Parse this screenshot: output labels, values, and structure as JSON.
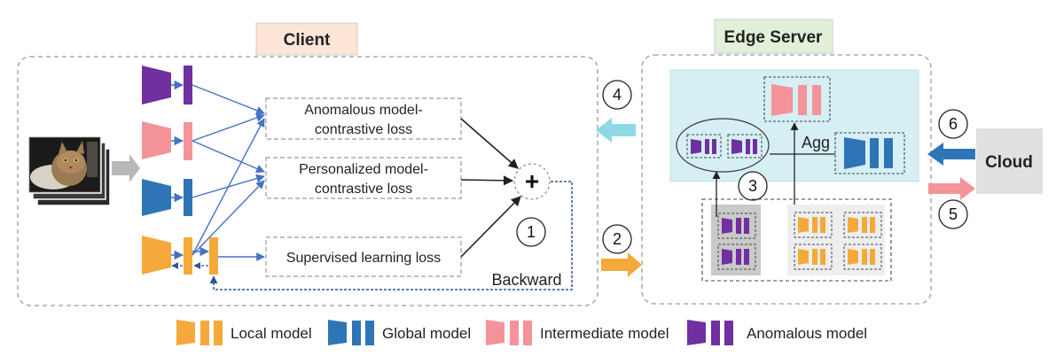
{
  "client": {
    "title": "Client"
  },
  "edge": {
    "title": "Edge Server",
    "agg_label": "Agg"
  },
  "cloud": {
    "title": "Cloud"
  },
  "losses": {
    "anomalous_line1": "Anomalous model-",
    "anomalous_line2": "contrastive loss",
    "personalized_line1": "Personalized model-",
    "personalized_line2": "contrastive loss",
    "supervised": "Supervised learning loss"
  },
  "backward_label": "Backward",
  "steps": [
    "1",
    "2",
    "3",
    "4",
    "5",
    "6"
  ],
  "sum_symbol": "+",
  "legend": {
    "local": "Local model",
    "global": "Global model",
    "intermediate": "Intermediate model",
    "anomalous": "Anomalous model"
  },
  "colors": {
    "local": "#f5a93a",
    "global": "#2e75b6",
    "intermediate": "#f4939a",
    "anomalous": "#7030a0",
    "arrow_blue": "#4472c4",
    "edge_panel": "#d5eff5",
    "client_title_bg": "#fde6d8",
    "edge_title_bg": "#e2efd9",
    "cloud_bg": "#e0e0e0"
  }
}
